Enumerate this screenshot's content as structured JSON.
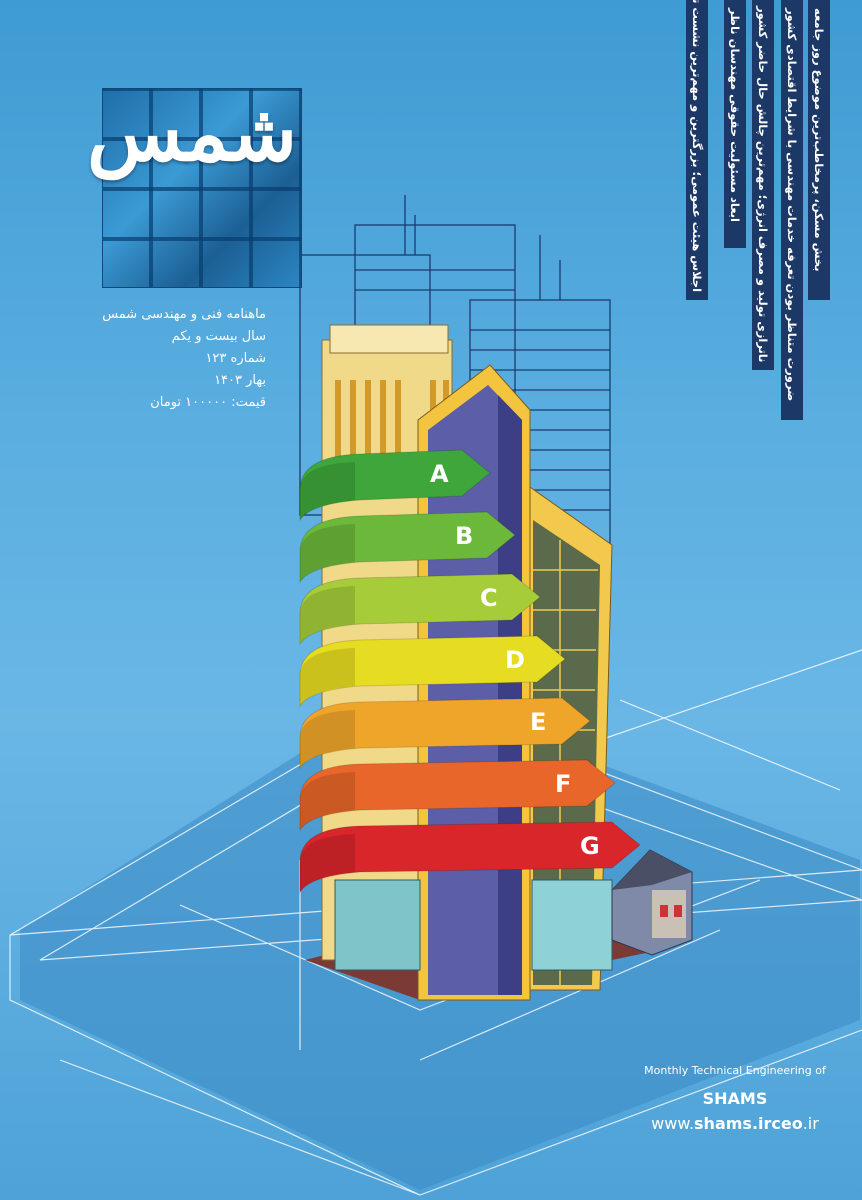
{
  "logo": {
    "title": "شمس"
  },
  "info": {
    "line1": "ماهنامه فنی و مهندسی شمس",
    "line2": "سال بیست و یکم",
    "line3": "شماره ۱۲۳",
    "line4": "بهار ۱۴۰۳",
    "line5": "قیمت: ۱۰۰۰۰۰ تومان"
  },
  "headlines": [
    "بخش مسکن، پرمخاطب‌ترین موضوع روز جامعه",
    "ضرورت متناظر بودن تعرفه خدمات مهندسی با شرایط اقتصادی کشور",
    "ناترازی تولید و مصرف انرژی؛ مهم‌ترین چالش حال حاضر کشور",
    "ابعاد مسئولیت حقوقی مهندسان ناظر",
    "اجلاس هیئت عمومی؛ بزرگترین و مهم‌ترین نشست تخصصی مهندسان"
  ],
  "energy_labels": [
    {
      "letter": "A",
      "color": "#3ea63a"
    },
    {
      "letter": "B",
      "color": "#6bb83a"
    },
    {
      "letter": "C",
      "color": "#a6cc3a"
    },
    {
      "letter": "D",
      "color": "#e6dc22"
    },
    {
      "letter": "E",
      "color": "#efa52a"
    },
    {
      "letter": "F",
      "color": "#e8662a"
    },
    {
      "letter": "G",
      "color": "#d9262b"
    }
  ],
  "footer": {
    "subtitle": "Monthly Technical Engineering of",
    "brand": "SHAMS",
    "url_prefix": "www.",
    "url_domain": "shams.irceo",
    "url_suffix": ".ir"
  },
  "colors": {
    "background": "#4ea2d7",
    "stripe": "#1b3866",
    "blueprint": "#ffffff"
  }
}
